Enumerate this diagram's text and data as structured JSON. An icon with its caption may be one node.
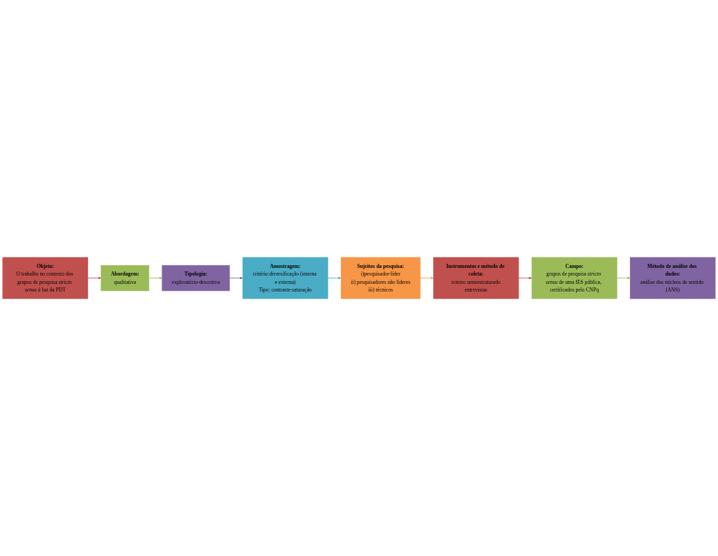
{
  "diagram": {
    "nodes": [
      {
        "text": [
          "Objeto:",
          "O trabalho no contexto dos grupos de pesquisa *stricto sensu à* luz da PDT"
        ]
      },
      {
        "text": [
          "Abordagem:",
          "qualitativa"
        ]
      },
      {
        "text": [
          "Tipologia:",
          "exploratório-descritiva"
        ]
      },
      {
        "text": [
          "Amostragem:",
          "critério:diversificação (interna e externa)",
          "Tipo: contraste-saturação"
        ]
      },
      {
        "text": [
          "Sujeitos da pesquisa:",
          "i)pesquisador-líder",
          "ii) pesquisadores não líderes",
          "iii) técnicos"
        ]
      },
      {
        "text": [
          "Instrumentos e método de coleta:",
          "roteiro semiestruturado",
          "entrevistas"
        ]
      },
      {
        "text": [
          "Campo:",
          "grupos de pesquisa *stricto sensu* de uma IES pública, certificados pelo CNPq"
        ]
      },
      {
        "text": [
          "Método de análise dos dados:",
          "análise dos núcleos de sentido (ANS)"
        ]
      }
    ],
    "edges": [
      {
        "from": 0,
        "to": 1,
        "arrow": "to",
        "color": "#c0504d"
      },
      {
        "from": 1,
        "to": 2,
        "arrow": "to",
        "color": "#9bbb59"
      },
      {
        "from": 2,
        "to": 3,
        "arrow": "to",
        "color": "#8064a2"
      },
      {
        "from": 3,
        "to": 4,
        "arrow": "to",
        "color": "#4bacc6"
      },
      {
        "from": 4,
        "to": 5,
        "arrow": "to",
        "color": "#f79646"
      },
      {
        "from": 5,
        "to": 6,
        "arrow": "to",
        "color": "#c0504d"
      },
      {
        "from": 6,
        "to": 7,
        "arrow": "to",
        "color": "#9bbb59"
      }
    ]
  }
}
